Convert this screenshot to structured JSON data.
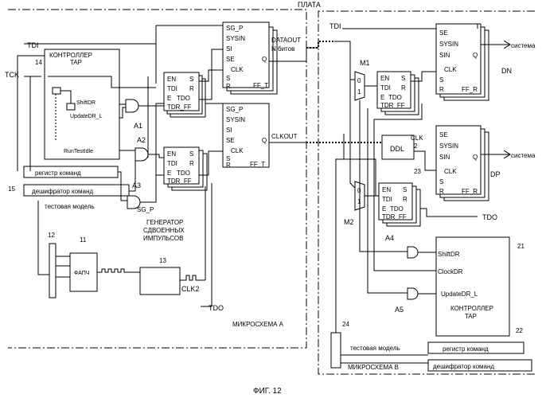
{
  "title_board": "ПЛАТА",
  "chip_a": {
    "label": "МИКРОСХЕМА А",
    "tdi": "TDI",
    "tck": "TCK",
    "ref_14": "14",
    "ref_15": "15",
    "ref_12": "12",
    "ref_11": "11",
    "ref_13": "13",
    "tap_title_1": "КОНТРОЛЛЕР",
    "tap_title_2": "TAP",
    "shiftdr": "ShiftDR",
    "updatedr": "UpdateDR_L",
    "runtestidle": "RunTestIdle",
    "instr_reg": "регистр команд",
    "instr_dec": "дешифратор команд",
    "test_model": "тестовая модель",
    "fapch": "ФАПЧ",
    "gen_1": "ГЕНЕРАТОР",
    "gen_2": "СДВОЕННЫХ",
    "gen_3": "ИМПУЛЬСОВ",
    "clk2": "CLK2",
    "tdo": "TDO",
    "a1": "A1",
    "a2": "A2",
    "a3": "A3",
    "sg_p": "SG_P",
    "dataout": "DATAOUT",
    "n_bits": "N битов",
    "clkout": "CLKOUT"
  },
  "tdr": {
    "en": "EN",
    "tdi": "TDI",
    "e": "E",
    "tdo": "TDO",
    "s": "S",
    "r": "R",
    "name": "TDR_FF"
  },
  "ff": {
    "sg_p": "SG_P",
    "sysin": "SYSIN",
    "si": "SI",
    "se": "SE",
    "clk": "CLK",
    "s": "S",
    "r": "R",
    "q": "Q",
    "name_t": "FF_T",
    "sin": "SIN",
    "name_r": "FF_R"
  },
  "chip_b": {
    "label": "МИКРОСХЕМА В",
    "tdi": "TDI",
    "m1": "M1",
    "m2": "M2",
    "a4": "A4",
    "a5": "A5",
    "ddl": "DDL",
    "clk": "CLK",
    "two": "2",
    "ref_23": "23",
    "ref_21": "21",
    "ref_22": "22",
    "ref_24": "24",
    "dn": "DN",
    "dp": "DP",
    "system_1": "система",
    "system_2": "система",
    "tdo": "TDO",
    "shiftdr": "ShiftDR",
    "clockdr": "ClockDR",
    "updatedr": "UpdateDR_L",
    "tap_title_1": "КОНТРОЛЛЕР",
    "tap_title_2": "TAP",
    "test_model": "тестовая модель",
    "instr_reg": "регистр команд",
    "instr_dec": "дешифратор команд",
    "mux0": "0",
    "mux1": "1"
  },
  "caption": "ФИГ. 12"
}
